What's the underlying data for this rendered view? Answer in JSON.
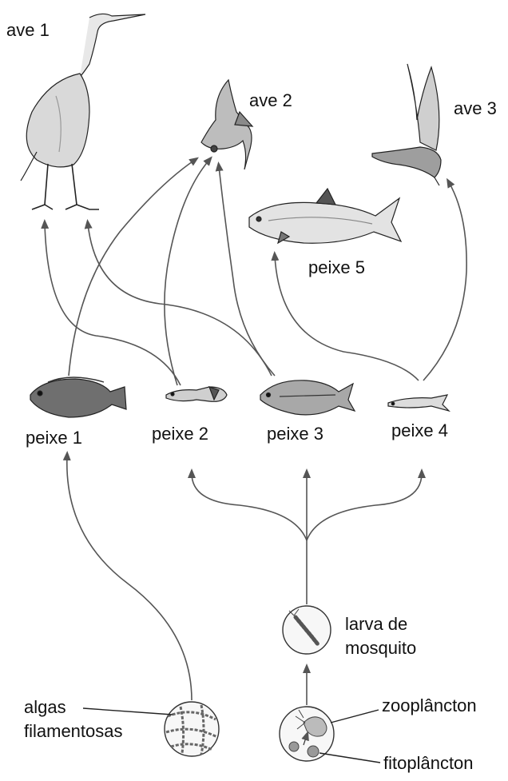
{
  "labels": {
    "ave1": "ave 1",
    "ave2": "ave 2",
    "ave3": "ave 3",
    "peixe5": "peixe 5",
    "peixe1": "peixe 1",
    "peixe2": "peixe 2",
    "peixe3": "peixe 3",
    "peixe4": "peixe 4",
    "larva1": "larva de",
    "larva2": "mosquito",
    "algas1": "algas",
    "algas2": "filamentosas",
    "zoo": "zooplâncton",
    "fito": "fitoplâncton"
  }
}
